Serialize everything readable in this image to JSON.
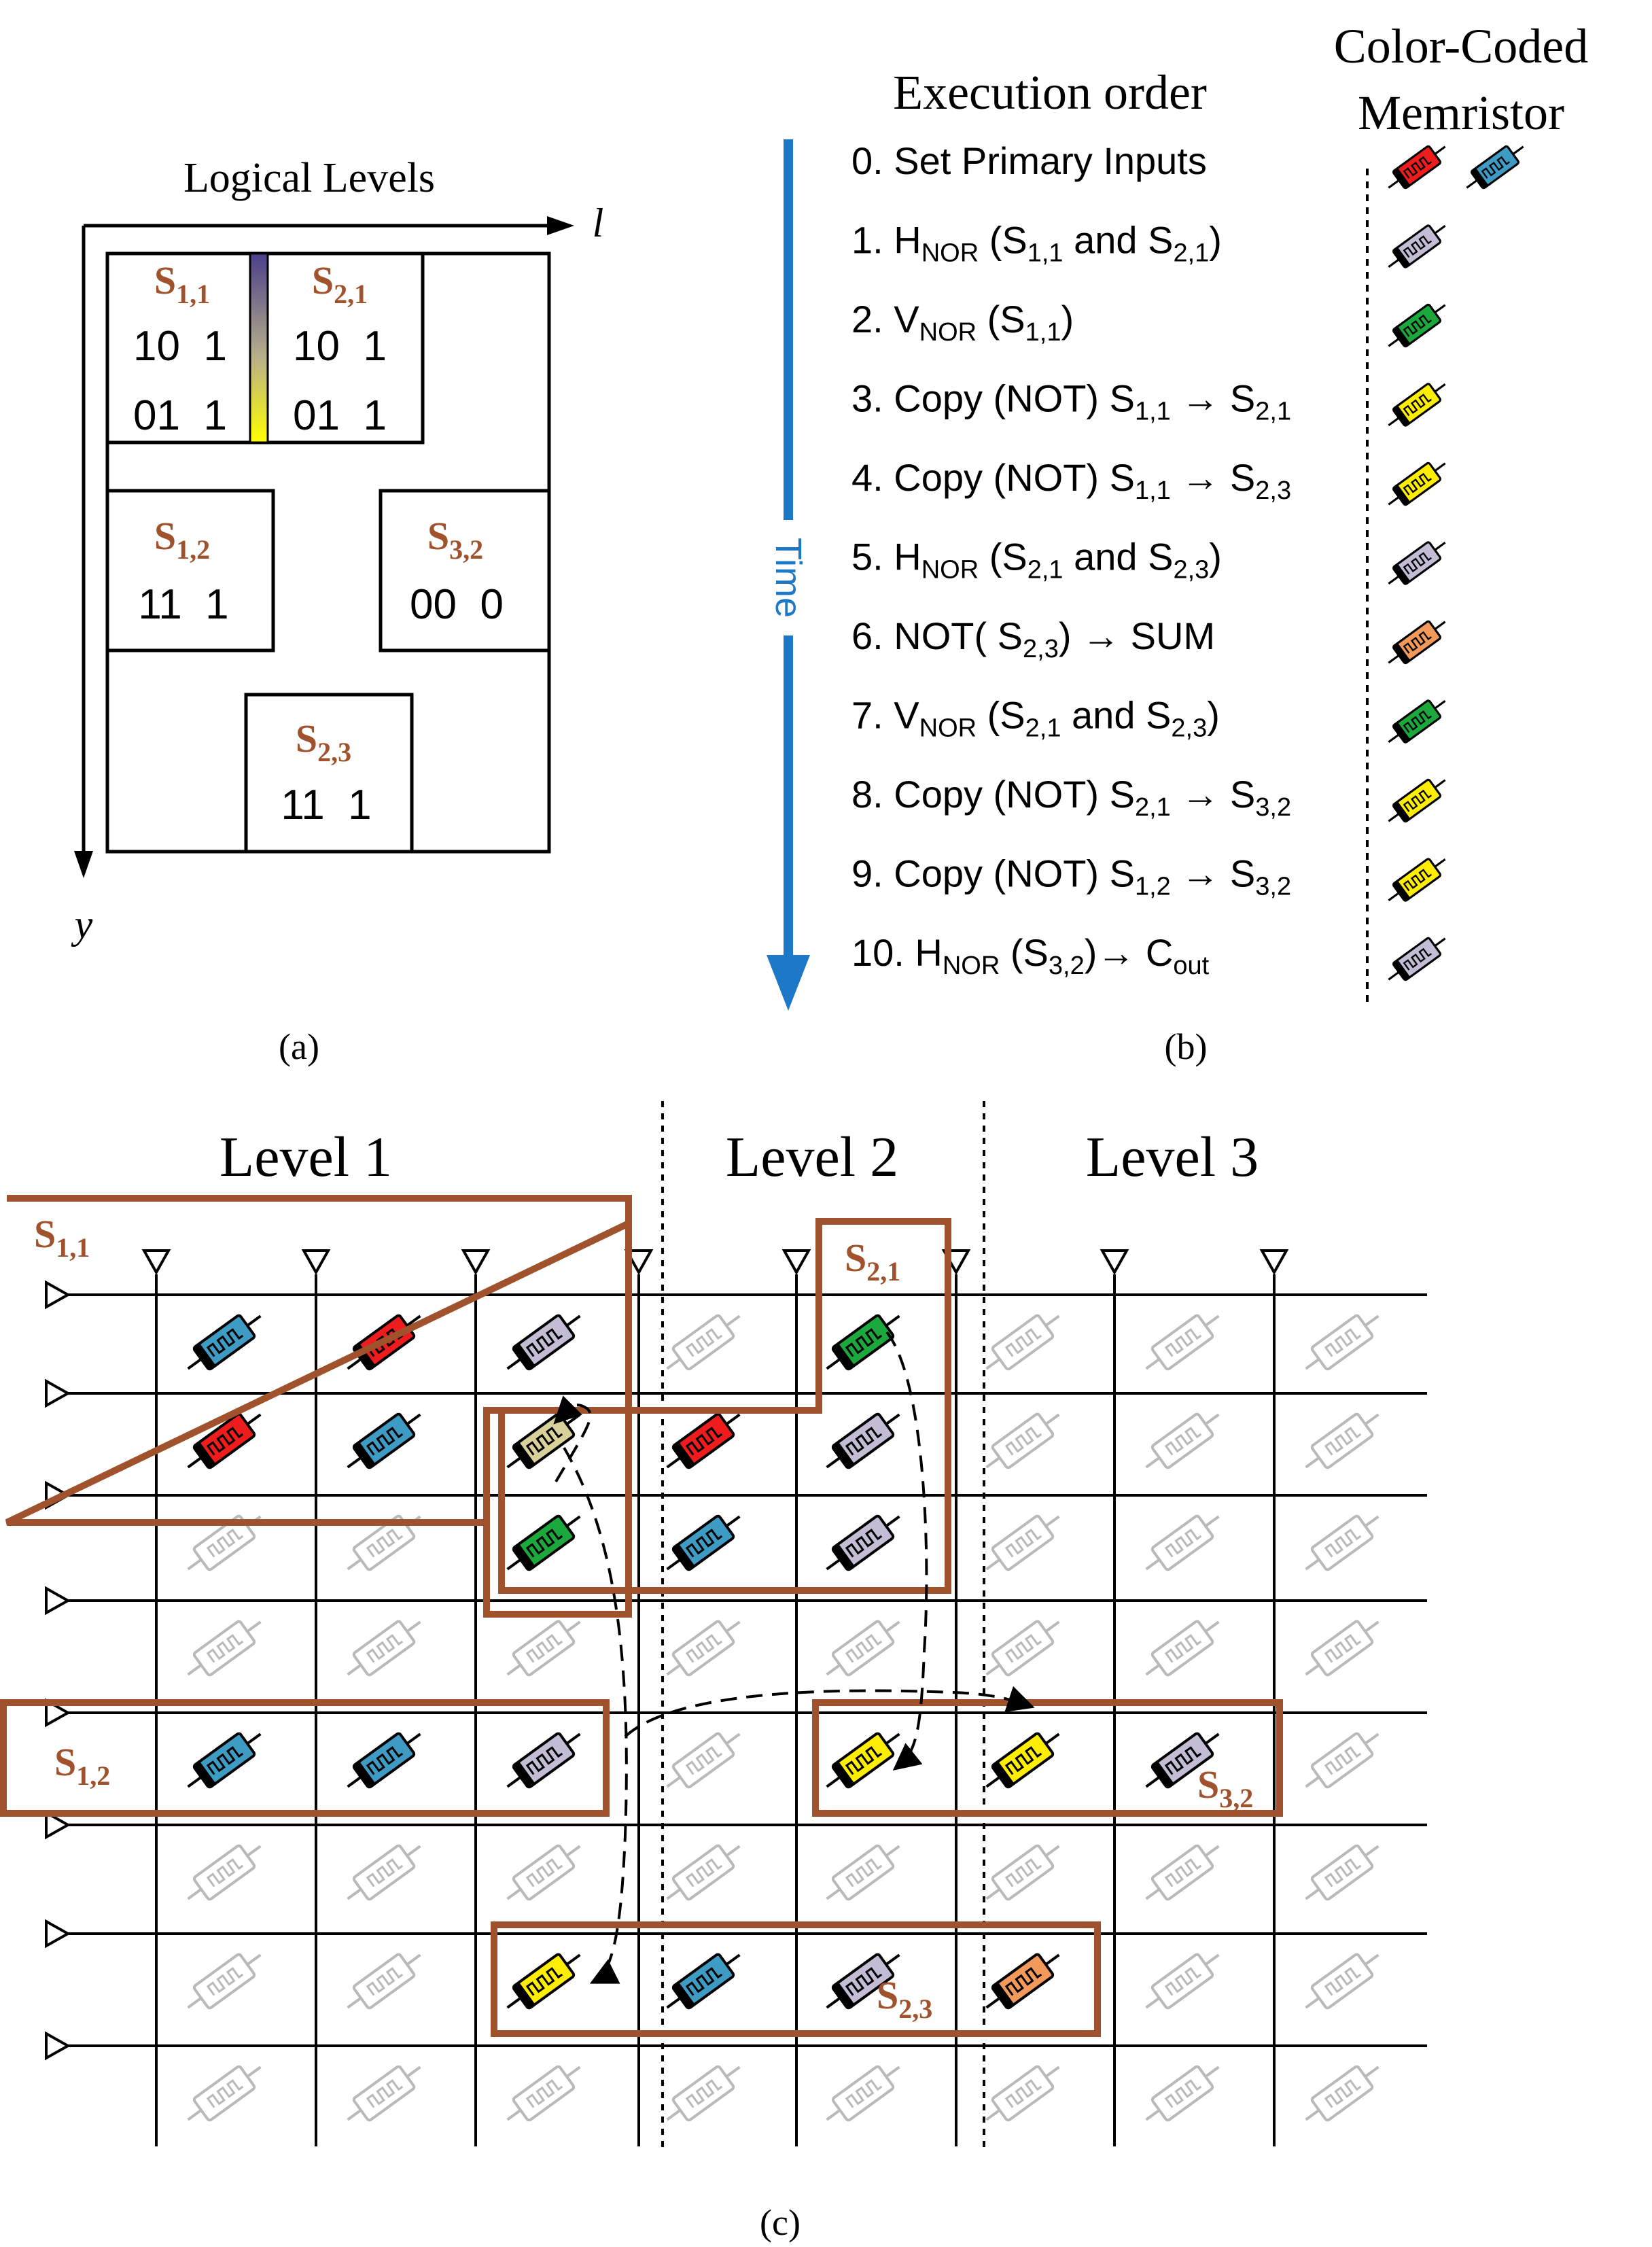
{
  "panel_a": {
    "title": "Logical Levels",
    "axis_l": "l",
    "axis_y": "y",
    "caption": "(a)",
    "subsets": [
      {
        "sym": "S",
        "sub": "1,1",
        "lines": [
          "10  1",
          "01  1"
        ]
      },
      {
        "sym": "S",
        "sub": "2,1",
        "lines": [
          "10  1",
          "01  1"
        ]
      },
      {
        "sym": "S",
        "sub": "1,2",
        "lines": [
          "11  1"
        ]
      },
      {
        "sym": "S",
        "sub": "3,2",
        "lines": [
          "00  0"
        ]
      },
      {
        "sym": "S",
        "sub": "2,3",
        "lines": [
          "11  1"
        ]
      }
    ]
  },
  "panel_b": {
    "header": "Execution order",
    "memristor_header": [
      "Color-Coded",
      "Memristor"
    ],
    "time_label": "Time",
    "caption": "(b)",
    "steps": [
      {
        "t": "0. Set Primary Inputs"
      },
      {
        "t": "1. H",
        "s1": "NOR",
        "t2": " (S",
        "s2": "1,1",
        "t3": " and S",
        "s3": "2,1",
        "t4": ")"
      },
      {
        "t": "2. V",
        "s1": "NOR",
        "t2": " (S",
        "s2": "1,1",
        "t3": ")"
      },
      {
        "t": "3. Copy (NOT) S",
        "s1": "1,1",
        "t2": " → S",
        "s2": "2,1"
      },
      {
        "t": "4. Copy (NOT) S",
        "s1": "1,1",
        "t2": " → S",
        "s2": "2,3"
      },
      {
        "t": "5. H",
        "s1": "NOR",
        "t2": " (S",
        "s2": "2,1",
        "t3": " and S",
        "s3": "2,3",
        "t4": ")"
      },
      {
        "t": "6. NOT( S",
        "s1": "2,3",
        "t2": ") → SUM"
      },
      {
        "t": "7. V",
        "s1": "NOR",
        "t2": " (S",
        "s2": "2,1",
        "t3": " and S",
        "s3": "2,3",
        "t4": ")"
      },
      {
        "t": "8. Copy (NOT) S",
        "s1": "2,1",
        "t2": " → S",
        "s2": "3,2"
      },
      {
        "t": "9. Copy (NOT) S",
        "s1": "1,2",
        "t2": " → S",
        "s2": "3,2"
      },
      {
        "t": "10. H",
        "s1": "NOR",
        "t2": " (S",
        "s2": "3,2",
        "t3": ")→ C",
        "s3": "out"
      }
    ],
    "step_colors": [
      [
        "red",
        "blue"
      ],
      [
        "lavender"
      ],
      [
        "green"
      ],
      [
        "yellow"
      ],
      [
        "yellow"
      ],
      [
        "lavender"
      ],
      [
        "orange"
      ],
      [
        "green"
      ],
      [
        "yellow"
      ],
      [
        "yellow"
      ],
      [
        "lavender"
      ]
    ]
  },
  "panel_c": {
    "level_labels": [
      "Level 1",
      "Level 2",
      "Level 3"
    ],
    "caption": "(c)",
    "subset_labels": [
      {
        "sym": "S",
        "sub": "1,1"
      },
      {
        "sym": "S",
        "sub": "2,1"
      },
      {
        "sym": "S",
        "sub": "1,2"
      },
      {
        "sym": "S",
        "sub": "3,2"
      },
      {
        "sym": "S",
        "sub": "2,3"
      }
    ],
    "cell_colors": [
      [
        "blue",
        "red",
        "lavender",
        "gray",
        "green",
        "gray",
        "gray",
        "gray"
      ],
      [
        "red",
        "blue",
        "yellowlav",
        "red",
        "lavender",
        "gray",
        "gray",
        "gray"
      ],
      [
        "gray",
        "gray",
        "green",
        "blue",
        "lavender",
        "gray",
        "gray",
        "gray"
      ],
      [
        "gray",
        "gray",
        "gray",
        "gray",
        "gray",
        "gray",
        "gray",
        "gray"
      ],
      [
        "blue",
        "blue",
        "lavender",
        "gray",
        "yellow",
        "yellow",
        "lavender",
        "gray"
      ],
      [
        "gray",
        "gray",
        "gray",
        "gray",
        "gray",
        "gray",
        "gray",
        "gray"
      ],
      [
        "gray",
        "gray",
        "yellow",
        "blue",
        "lavender",
        "orange",
        "gray",
        "gray"
      ],
      [
        "gray",
        "gray",
        "gray",
        "gray",
        "gray",
        "gray",
        "gray",
        "gray"
      ]
    ]
  },
  "palette": {
    "red": "#ee1c1c",
    "blue": "#3d9bc4",
    "lavender": "#c2bcd4",
    "green": "#1ba83c",
    "yellow": "#ffee00",
    "orange": "#f39a5b",
    "yellowlav": "#d8d29a",
    "gray": "#ffffff",
    "brown": "#a0522d",
    "time_arrow": "#1e78c8"
  }
}
